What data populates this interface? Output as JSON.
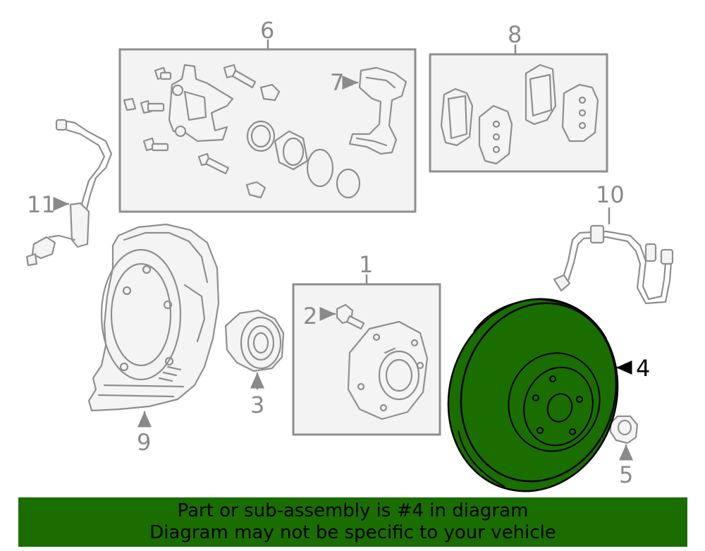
{
  "callouts": {
    "c1": "1",
    "c2": "2",
    "c3": "3",
    "c4": "4",
    "c5": "5",
    "c6": "6",
    "c7": "7",
    "c8": "8",
    "c9": "9",
    "c10": "10",
    "c11": "11"
  },
  "highlighted_part": "4",
  "colors": {
    "highlight": "#1a6e00",
    "line": "#8f8f8f",
    "box_fill": "#f3f3f3"
  },
  "banner": {
    "line1": "Part or sub-assembly is #4 in diagram",
    "line2": "Diagram may not be specific to your vehicle"
  }
}
